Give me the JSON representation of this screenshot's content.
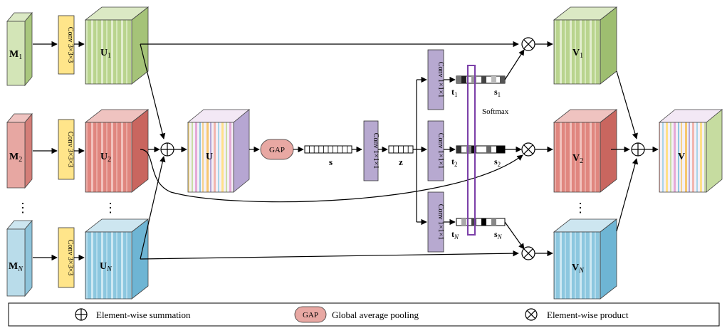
{
  "inputs": [
    {
      "label": "M",
      "sub": "1"
    },
    {
      "label": "M",
      "sub": "2"
    },
    {
      "label": "M",
      "sub": "N"
    }
  ],
  "conv3": "Conv 3×3×3",
  "branches": [
    {
      "label": "U",
      "sub": "1"
    },
    {
      "label": "U",
      "sub": "2"
    },
    {
      "label": "U",
      "sub": "N"
    }
  ],
  "fused": "U",
  "gap": "GAP",
  "s_label": "s",
  "conv1": "Conv 1×1×1",
  "z_label": "z",
  "attention": [
    {
      "t": "t",
      "t_sub": "1",
      "s": "s",
      "s_sub": "1"
    },
    {
      "t": "t",
      "t_sub": "2",
      "s": "s",
      "s_sub": "2"
    },
    {
      "t": "t",
      "t_sub": "N",
      "s": "s",
      "s_sub": "N"
    }
  ],
  "softmax": "Softmax",
  "outputs": [
    {
      "label": "V",
      "sub": "1"
    },
    {
      "label": "V",
      "sub": "2"
    },
    {
      "label": "V",
      "sub": "N"
    }
  ],
  "final": "V",
  "legend": {
    "sum": "Element-wise summation",
    "gap": "GAP",
    "gap_text": "Global average pooling",
    "prod": "Element-wise product"
  },
  "colors": {
    "green": "#c5dca0",
    "red": "#e6a6a2",
    "blue": "#a7d3e6",
    "purple": "#b7a9d0",
    "yellow": "#ffe58a",
    "gap_fill": "#e8a8a3",
    "highlight": "#7b3fa8"
  }
}
